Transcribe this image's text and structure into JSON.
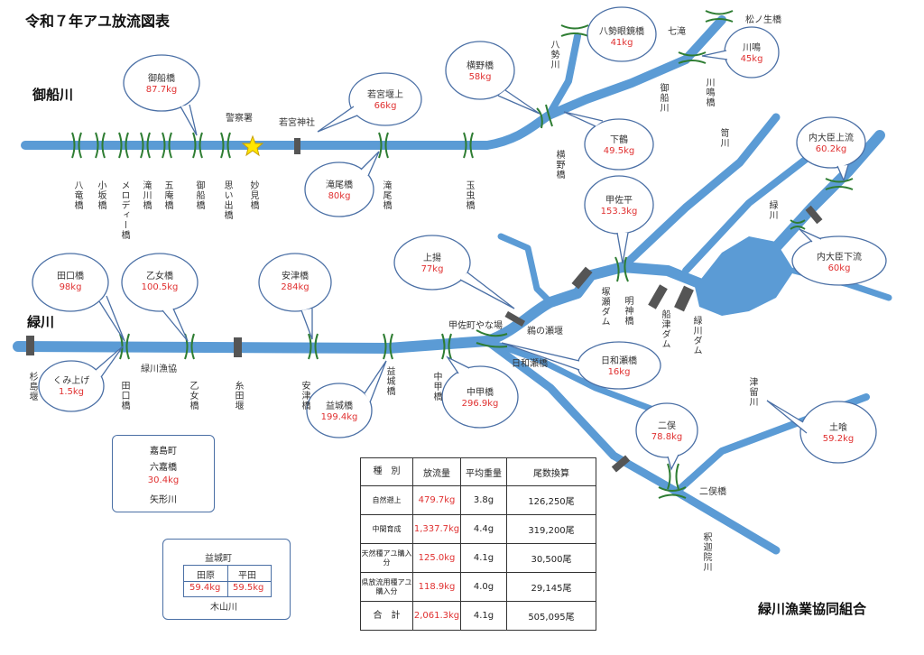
{
  "title": "令和７年アユ放流図表",
  "organization": "緑川漁業協同組合",
  "colors": {
    "river": "#5b9bd5",
    "bridge": "#2e7d32",
    "weir": "#555555",
    "value": "#e03030",
    "bubble_border": "#4a6fa5"
  },
  "rivers": {
    "mifune": "御船川",
    "midori": "緑川"
  },
  "labels": {
    "keisatsusho": "警察署",
    "wakamiya_jinja": "若宮神社",
    "midori_gyokyo": "緑川漁協",
    "kofusamachi_yanaba": "甲佐町やな場",
    "unose_ze": "鵜の瀬堰",
    "hiwase_bashi": "日和瀬橋",
    "futamata_bashi": "二俣橋",
    "nanataki": "七滝",
    "matsunoo_bashi": "松ノ生橋"
  },
  "vertical_labels": {
    "hattatsu": "八竜橋",
    "kosaka": "小坂橋",
    "melody": "メロディー橋",
    "takigawa": "滝川橋",
    "goan": "五庵橋",
    "mifune_bashi": "御船橋",
    "omoide": "思い出橋",
    "myoken": "妙見橋",
    "takio": "滝尾橋",
    "tamamushi": "玉虫橋",
    "yaseizan": "八勢川",
    "yokono": "横野橋",
    "mifunegawa_up": "御船川",
    "kawashima": "川鳴橋",
    "sasagawa": "笥川",
    "midori_up": "緑川",
    "tsukase_dam": "塚瀬ダム",
    "meishin": "明神橋",
    "funatsu_dam": "船津ダム",
    "midori_dam": "緑川ダム",
    "tsuru": "津留川",
    "shakamoin": "釈迦院川",
    "sugishima": "杉島堰",
    "taguchi": "田口橋",
    "otome": "乙女橋",
    "itoda": "糸田堰",
    "anzu": "安津橋",
    "masuki": "益城橋",
    "nakako": "中甲橋"
  },
  "bubbles": {
    "mifune": {
      "name": "御船橋",
      "value": "87.7kg"
    },
    "wakamiyaue": {
      "name": "若宮堰上",
      "value": "66kg"
    },
    "takio": {
      "name": "滝尾橋",
      "value": "80kg"
    },
    "yokono": {
      "name": "横野橋",
      "value": "58kg"
    },
    "yase_megane": {
      "name": "八勢眼鏡橋",
      "value": "41kg"
    },
    "kawashima": {
      "name": "川鳴",
      "value": "45kg"
    },
    "shimotsuru": {
      "name": "下鶴",
      "value": "49.5kg"
    },
    "naidaijin_up": {
      "name": "内大臣上流",
      "value": "60.2kg"
    },
    "naidaijin_down": {
      "name": "内大臣下流",
      "value": "60kg"
    },
    "kosahei": {
      "name": "甲佐平",
      "value": "153.3kg"
    },
    "kamiage": {
      "name": "上揚",
      "value": "77kg"
    },
    "hiwase": {
      "name": "日和瀬橋",
      "value": "16kg"
    },
    "taguchi": {
      "name": "田口橋",
      "value": "98kg"
    },
    "otome": {
      "name": "乙女橋",
      "value": "100.5kg"
    },
    "anzu": {
      "name": "安津橋",
      "value": "284kg"
    },
    "kumiage": {
      "name": "くみ上げ",
      "value": "1.5kg"
    },
    "masuki": {
      "name": "益城橋",
      "value": "199.4kg"
    },
    "nakako": {
      "name": "中甲橋",
      "value": "296.9kg"
    },
    "futamata": {
      "name": "二俣",
      "value": "78.8kg"
    },
    "tsuchibami": {
      "name": "土喰",
      "value": "59.2kg"
    }
  },
  "kashima_box": {
    "town": "嘉島町",
    "place": "六嘉橋",
    "value": "30.4kg",
    "river": "矢形川"
  },
  "masuki_box": {
    "town": "益城町",
    "left_name": "田原",
    "left_value": "59.4kg",
    "right_name": "平田",
    "right_value": "59.5kg",
    "river": "木山川"
  },
  "table": {
    "headers": [
      "種　別",
      "放流量",
      "平均重量",
      "尾数換算"
    ],
    "rows": [
      {
        "type": "自然遡上",
        "amount": "479.7kg",
        "avg": "3.8g",
        "count": "126,250尾"
      },
      {
        "type": "中間育成",
        "amount": "1,337.7kg",
        "avg": "4.4g",
        "count": "319,200尾"
      },
      {
        "type": "天然種アユ購入分",
        "amount": "125.0kg",
        "avg": "4.1g",
        "count": "30,500尾"
      },
      {
        "type": "県放流用種アユ購入分",
        "amount": "118.9kg",
        "avg": "4.0g",
        "count": "29,145尾"
      },
      {
        "type": "合　計",
        "amount": "2,061.3kg",
        "avg": "4.1g",
        "count": "505,095尾"
      }
    ]
  }
}
